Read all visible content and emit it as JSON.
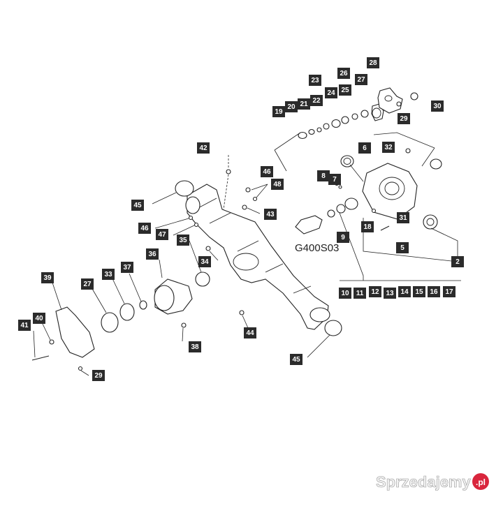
{
  "diagram": {
    "code": "G400S03",
    "callouts": [
      {
        "id": "c2",
        "label": "2"
      },
      {
        "id": "c5",
        "label": "5"
      },
      {
        "id": "c6",
        "label": "6"
      },
      {
        "id": "c7",
        "label": "7"
      },
      {
        "id": "c8",
        "label": "8"
      },
      {
        "id": "c9",
        "label": "9"
      },
      {
        "id": "c10",
        "label": "10"
      },
      {
        "id": "c11",
        "label": "11"
      },
      {
        "id": "c12",
        "label": "12"
      },
      {
        "id": "c13",
        "label": "13"
      },
      {
        "id": "c14",
        "label": "14"
      },
      {
        "id": "c15",
        "label": "15"
      },
      {
        "id": "c16",
        "label": "16"
      },
      {
        "id": "c17",
        "label": "17"
      },
      {
        "id": "c18",
        "label": "18"
      },
      {
        "id": "c19",
        "label": "19"
      },
      {
        "id": "c20",
        "label": "20"
      },
      {
        "id": "c21",
        "label": "21"
      },
      {
        "id": "c22",
        "label": "22"
      },
      {
        "id": "c23",
        "label": "23"
      },
      {
        "id": "c24",
        "label": "24"
      },
      {
        "id": "c25",
        "label": "25"
      },
      {
        "id": "c26",
        "label": "26"
      },
      {
        "id": "c27a",
        "label": "27"
      },
      {
        "id": "c27b",
        "label": "27"
      },
      {
        "id": "c28",
        "label": "28"
      },
      {
        "id": "c29a",
        "label": "29"
      },
      {
        "id": "c29b",
        "label": "29"
      },
      {
        "id": "c30",
        "label": "30"
      },
      {
        "id": "c31",
        "label": "31"
      },
      {
        "id": "c32",
        "label": "32"
      },
      {
        "id": "c33",
        "label": "33"
      },
      {
        "id": "c34",
        "label": "34"
      },
      {
        "id": "c35",
        "label": "35"
      },
      {
        "id": "c36",
        "label": "36"
      },
      {
        "id": "c37",
        "label": "37"
      },
      {
        "id": "c38",
        "label": "38"
      },
      {
        "id": "c39",
        "label": "39"
      },
      {
        "id": "c40",
        "label": "40"
      },
      {
        "id": "c41",
        "label": "41"
      },
      {
        "id": "c42",
        "label": "42"
      },
      {
        "id": "c43",
        "label": "43"
      },
      {
        "id": "c44",
        "label": "44"
      },
      {
        "id": "c45a",
        "label": "45"
      },
      {
        "id": "c45b",
        "label": "45"
      },
      {
        "id": "c46a",
        "label": "46"
      },
      {
        "id": "c46b",
        "label": "46"
      },
      {
        "id": "c47",
        "label": "47"
      },
      {
        "id": "c48",
        "label": "48"
      }
    ]
  },
  "watermark": {
    "text": "Sprzedajemy",
    "suffix": ".pl",
    "brand_color": "#d9263d"
  }
}
